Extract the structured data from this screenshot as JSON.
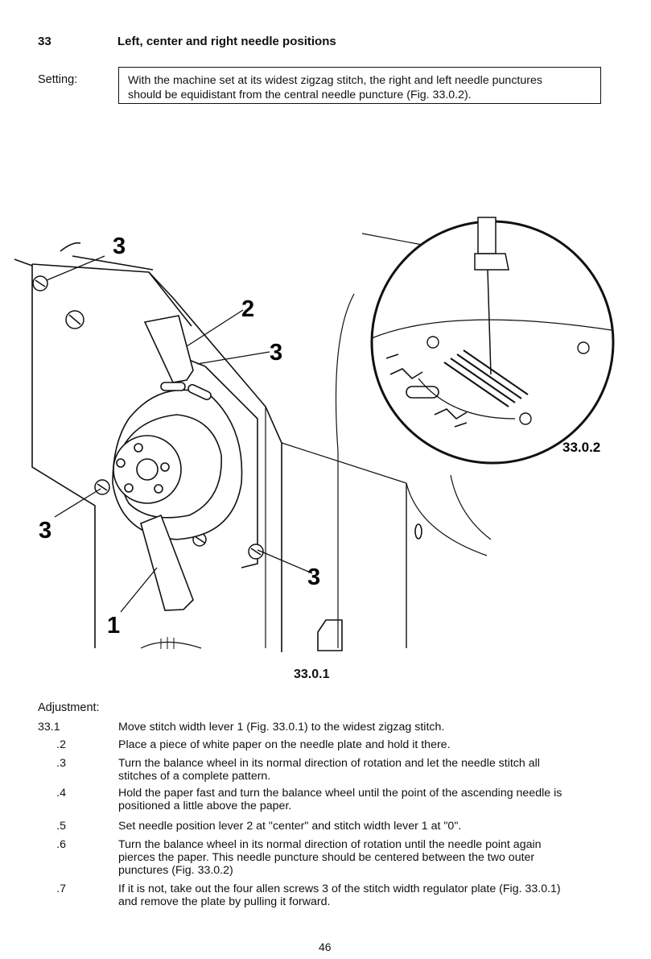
{
  "header": {
    "section_number": "33",
    "title": "Left, center and right needle positions"
  },
  "setting": {
    "label": "Setting:",
    "text_line1": "With the machine set at its widest zigzag stitch, the right and left needle punctures",
    "text_line2": "should be equidistant from the central needle puncture (Fig. 33.0.2)."
  },
  "figure": {
    "callouts": {
      "c3_top": "3",
      "c2": "2",
      "c3_mid": "3",
      "c3_left": "3",
      "c3_right": "3",
      "c1": "1"
    },
    "inset_label": "33.0.2",
    "caption": "33.0.1"
  },
  "adjustment": {
    "label": "Adjustment:",
    "steps": [
      {
        "num": "33.1",
        "lines": [
          "Move stitch width lever 1 (Fig. 33.0.1) to the widest zigzag stitch."
        ]
      },
      {
        "num": ".2",
        "lines": [
          "Place a piece of white paper on the needle plate and hold it there."
        ]
      },
      {
        "num": ".3",
        "lines": [
          "Turn the balance wheel in its normal direction of rotation and let the needle stitch all",
          "stitches of a complete pattern."
        ]
      },
      {
        "num": ".4",
        "lines": [
          "Hold the paper fast and turn the balance wheel until the point of the ascending needle is",
          "positioned a little above the paper."
        ]
      },
      {
        "num": ".5",
        "lines": [
          "Set needle position lever 2 at \"center\" and stitch width lever 1 at \"0\"."
        ]
      },
      {
        "num": ".6",
        "lines": [
          "Turn the balance wheel in its normal direction of rotation until the needle point again",
          "pierces the paper. This needle puncture should be centered between the two outer",
          "punctures (Fig. 33.0.2)"
        ]
      },
      {
        "num": ".7",
        "lines": [
          "If it is not, take out the four allen screws 3 of the stitch width regulator plate (Fig. 33.0.1)",
          "and remove the plate by pulling it forward."
        ]
      }
    ]
  },
  "footer": {
    "page_number": "46"
  }
}
